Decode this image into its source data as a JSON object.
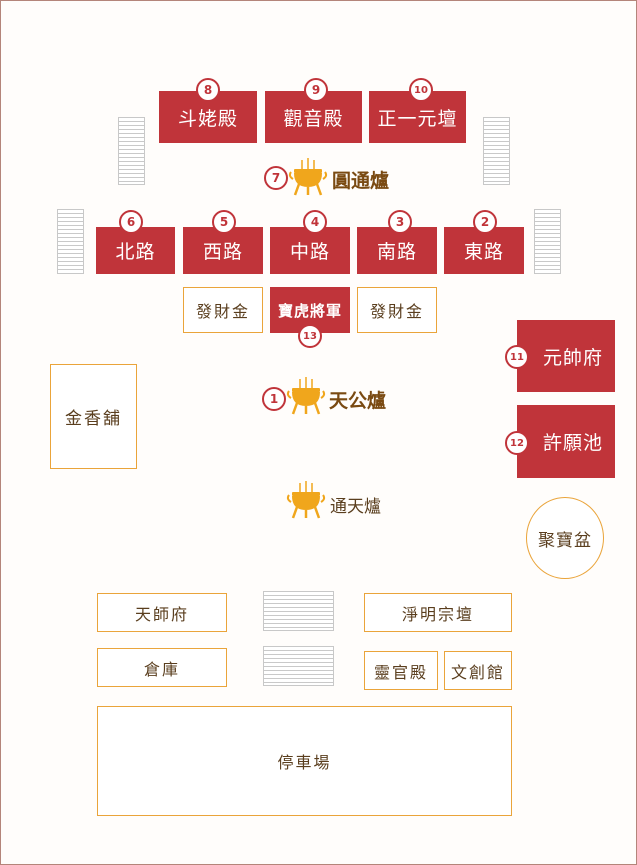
{
  "colors": {
    "hall_red": "#c0343a",
    "outline_orange": "#eaa43a",
    "burner_gold": "#f0a61c",
    "text_brown": "#5a3e1e"
  },
  "halls_top": [
    {
      "number": "8",
      "name": "斗姥殿"
    },
    {
      "number": "9",
      "name": "觀音殿"
    },
    {
      "number": "10",
      "name": "正一元壇"
    }
  ],
  "burner_7": {
    "number": "7",
    "name": "圓通爐",
    "icon": "incense-burner-icon"
  },
  "roads": [
    {
      "number": "6",
      "name": "北路"
    },
    {
      "number": "5",
      "name": "西路"
    },
    {
      "number": "4",
      "name": "中路"
    },
    {
      "number": "3",
      "name": "南路"
    },
    {
      "number": "2",
      "name": "東路"
    }
  ],
  "fortune_gold_left": "發財金",
  "fortune_gold_right": "發財金",
  "tiger_general": {
    "number": "13",
    "name": "寶虎將軍"
  },
  "gold_incense_shop": "金香舖",
  "marshal_hall": {
    "number": "11",
    "name": "元帥府"
  },
  "wish_pool": {
    "number": "12",
    "name": "許願池"
  },
  "burner_1": {
    "number": "1",
    "name": "天公爐",
    "icon": "incense-burner-icon"
  },
  "burner_tongtian": {
    "name": "通天爐",
    "icon": "incense-burner-icon"
  },
  "treasure_basin": "聚寶盆",
  "bottom": {
    "celestial_master": "天師府",
    "altar": "淨明宗壇",
    "warehouse": "倉庫",
    "lingguan_hall": "靈官殿",
    "wenchuang_hall": "文創館",
    "parking": "停車場"
  }
}
